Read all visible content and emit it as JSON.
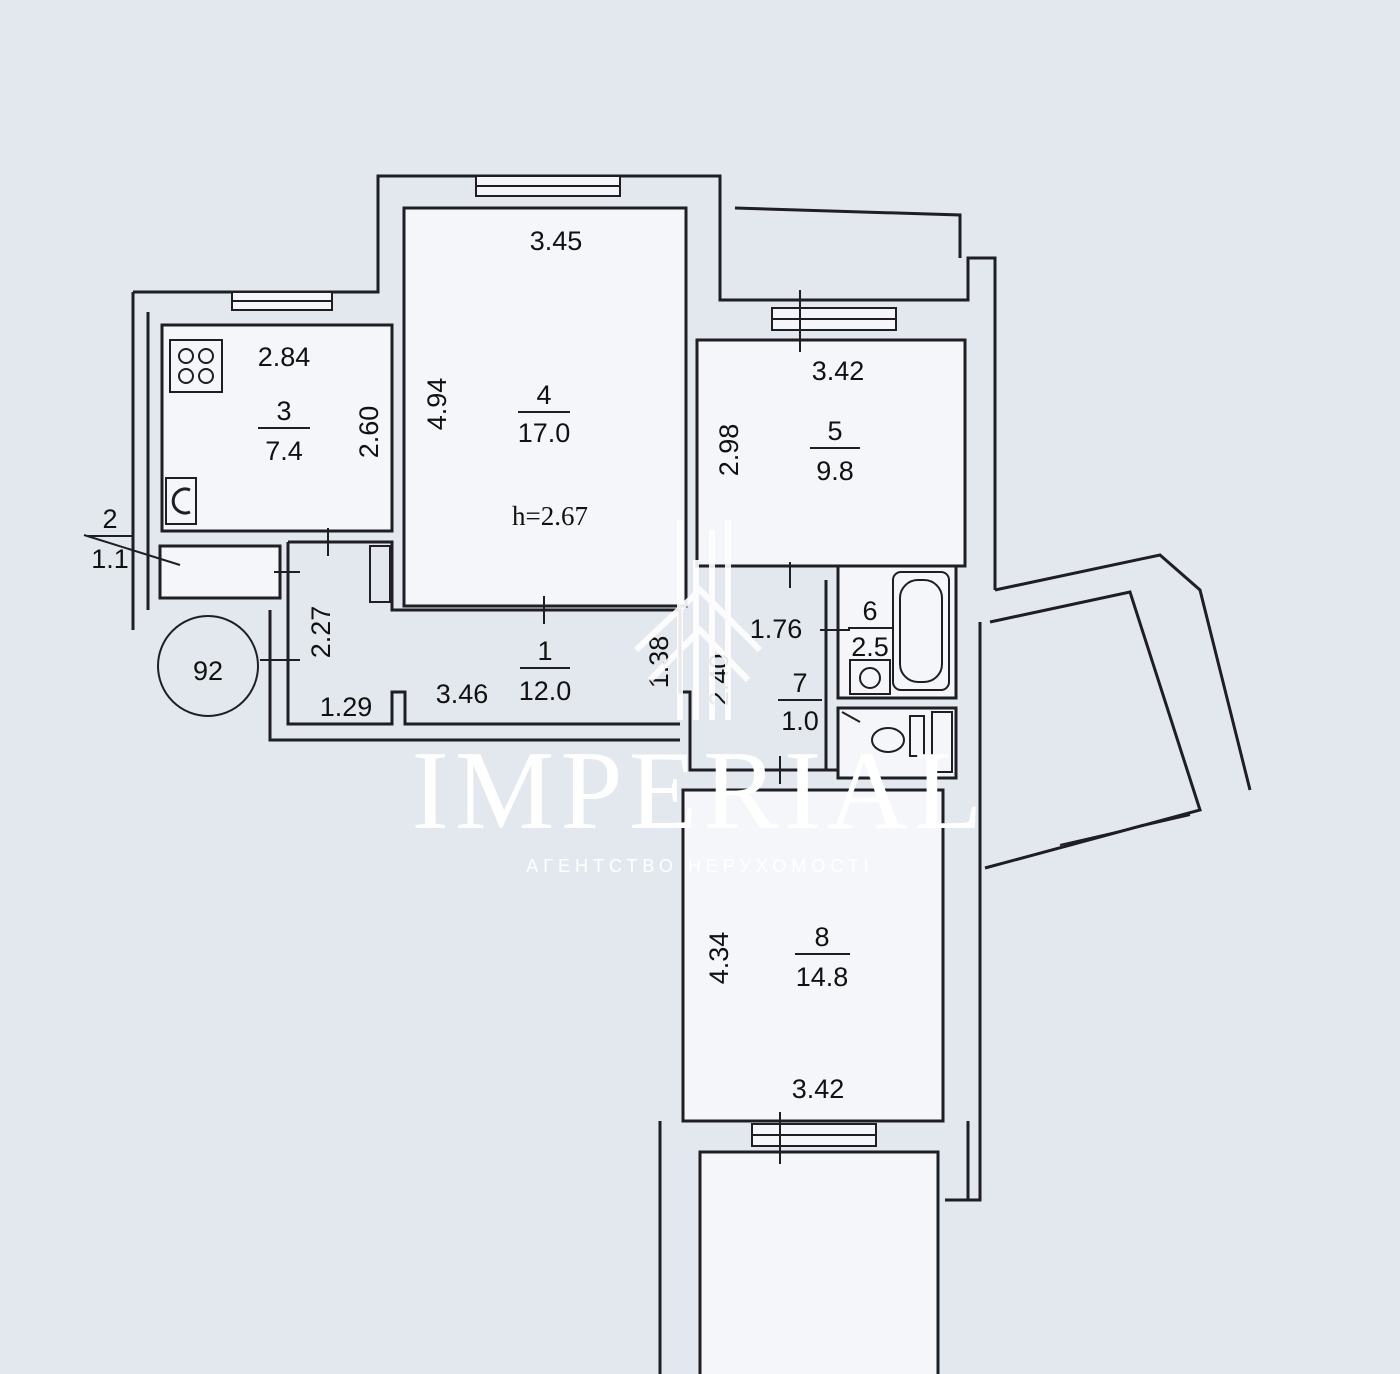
{
  "apartment_number": "92",
  "ceiling_height": "h=2.67",
  "rooms": [
    {
      "id": "1",
      "area": "12.0"
    },
    {
      "id": "2",
      "area": "1.1"
    },
    {
      "id": "3",
      "area": "7.4"
    },
    {
      "id": "4",
      "area": "17.0"
    },
    {
      "id": "5",
      "area": "9.8"
    },
    {
      "id": "6",
      "area": "2.5"
    },
    {
      "id": "7",
      "area": "1.0"
    },
    {
      "id": "8",
      "area": "14.8"
    }
  ],
  "dimensions": {
    "kitchen_width": "2.84",
    "kitchen_depth": "2.60",
    "living_width": "3.45",
    "living_depth": "4.94",
    "bedroom5_width": "3.42",
    "bedroom5_depth": "2.98",
    "bedroom8_width": "3.42",
    "bedroom8_depth": "4.34",
    "hall_left": "2.27",
    "hall_bottom_left": "1.29",
    "hall_bottom_main": "3.46",
    "hall_side": "1.38",
    "corridor_depth": "2.40",
    "corridor_width": "1.76"
  },
  "watermark": {
    "brand": "IMPERIAL",
    "subtitle": "АГЕНТСТВО НЕРУХОМОСТІ"
  },
  "colors": {
    "paper": "#e3e8ef",
    "ink": "#1e1e24"
  }
}
